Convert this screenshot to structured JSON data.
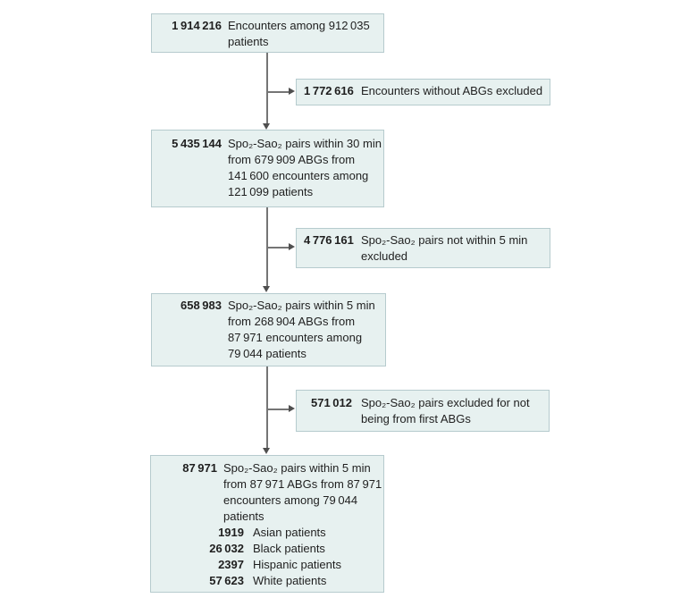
{
  "palette": {
    "page-bg": "#ffffff",
    "box-fill": "#e7f1f0",
    "box-border": "#b6cbce",
    "line-color": "#757575",
    "arrow-color": "#4f4f4f",
    "text-color": "#1f1f1f"
  },
  "boxes": {
    "all_encounters": {
      "number": "1 914 216",
      "text": "Encounters among 912 035\npatients"
    },
    "excluded_no_abgs": {
      "number": "1 772 616",
      "text": "Encounters without ABGs excluded"
    },
    "pairs_30min": {
      "number": "5 435 144",
      "text": "Spo₂-Sao₂ pairs within 30 min\nfrom 679 909 ABGs from\n141 600 encounters among\n121 099 patients"
    },
    "excluded_not_5min": {
      "number": "4 776 161",
      "text": "Spo₂-Sao₂ pairs not within 5 min\nexcluded"
    },
    "pairs_5min": {
      "number": "658 983",
      "text": "Spo₂-Sao₂ pairs within 5 min\nfrom 268 904 ABGs from\n87 971 encounters among\n79 044 patients"
    },
    "excluded_not_first_abg": {
      "number": "571 012",
      "text": "Spo₂-Sao₂ pairs excluded for not\nbeing from first ABGs"
    },
    "final_cohort": {
      "number": "87 971",
      "text": "Spo₂-Sao₂ pairs within 5 min\nfrom 87 971 ABGs from 87 971\nencounters among 79 044\npatients",
      "sub": [
        {
          "count": "1919",
          "label": "Asian patients"
        },
        {
          "count": "26 032",
          "label": "Black patients"
        },
        {
          "count": "2397",
          "label": "Hispanic patients"
        },
        {
          "count": "57 623",
          "label": "White patients"
        }
      ]
    }
  }
}
